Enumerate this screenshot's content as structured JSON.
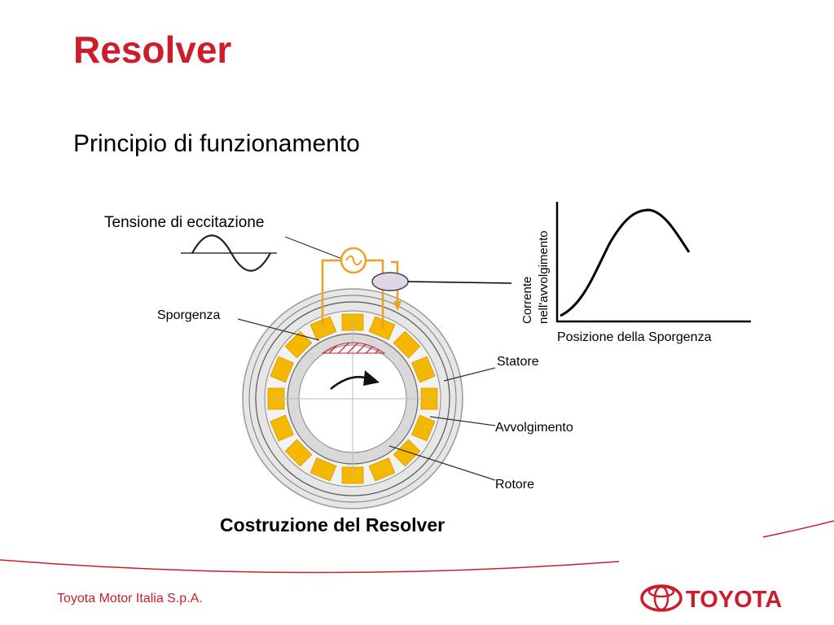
{
  "slide": {
    "title": "Resolver",
    "subtitle": "Principio di funzionamento"
  },
  "diagram": {
    "labels": {
      "excitation_voltage": "Tensione di eccitazione",
      "protrusion": "Sporgenza",
      "stator": "Statore",
      "winding": "Avvolgimento",
      "rotor": "Rotore",
      "caption": "Costruzione del Resolver"
    },
    "graph": {
      "y_axis_label_line1": "Corrente",
      "y_axis_label_line2": "nell'avvolgimento",
      "x_axis_label": "Posizione della Sporgenza"
    }
  },
  "footer": {
    "company": "Toyota Motor Italia S.p.A.",
    "brand": "TOYOTA"
  },
  "colors": {
    "accent": "#cc1d2b",
    "winding": "#f5b800",
    "wire": "#f0a020"
  }
}
